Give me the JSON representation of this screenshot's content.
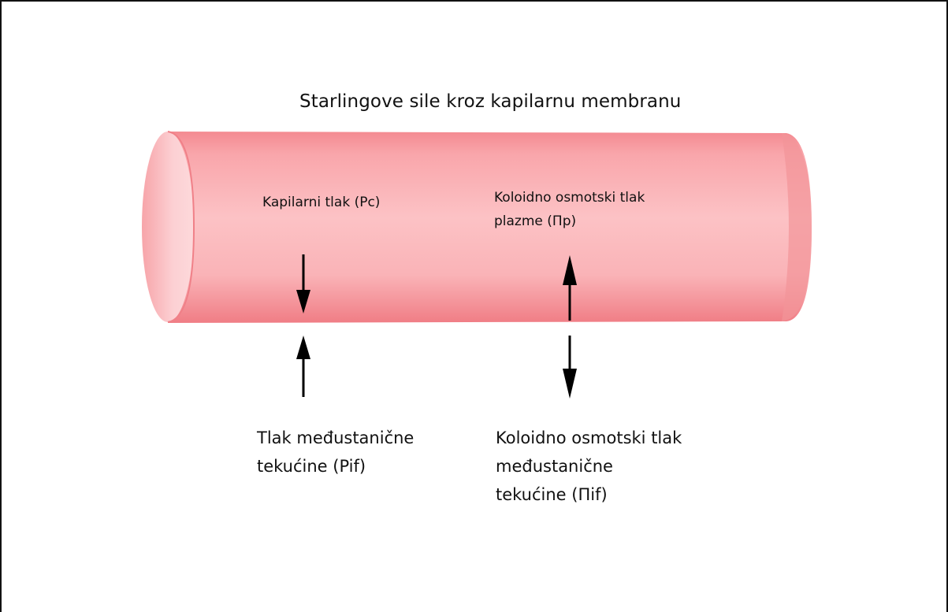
{
  "title": "Starlingove sile kroz kapilarnu membranu",
  "forces": {
    "capillary_pressure": {
      "label": "Kapilarni tlak (Pc)",
      "arrow_direction": "down"
    },
    "plasma_oncotic_pressure": {
      "label_line1": "Koloidno osmotski tlak",
      "label_line2": "plazme  (Πp)",
      "arrow_direction": "up"
    },
    "interstitial_fluid_pressure": {
      "label_line1": "Tlak međustanične",
      "label_line2": "tekućine (Pif)",
      "arrow_direction": "up"
    },
    "interstitial_oncotic_pressure": {
      "label_line1": "Koloidno osmotski tlak",
      "label_line2": "međustanične",
      "label_line3": "tekućine (Πif)",
      "arrow_direction": "down"
    }
  },
  "colors": {
    "vessel_body": "#fbb7bb",
    "vessel_shadow": "#f07c84",
    "vessel_opening": "#fcc8cb",
    "arrows": "#000000",
    "frame": "#111111"
  }
}
